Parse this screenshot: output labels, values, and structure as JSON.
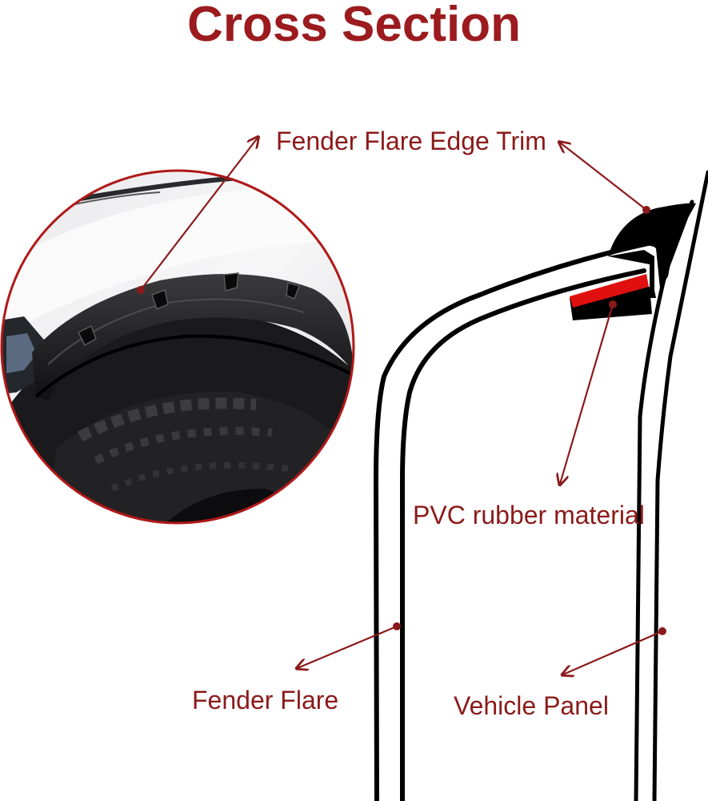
{
  "title": "Cross Section",
  "labels": {
    "edge_trim": "Fender Flare Edge Trim",
    "pvc": "PVC rubber material",
    "fender_flare": "Fender Flare",
    "vehicle_panel": "Vehicle Panel"
  },
  "colors": {
    "title": "#9b1b1e",
    "label": "#8b1a1a",
    "arrow": "#8b1a1a",
    "outline": "#000000",
    "adhesive": "#e01010",
    "photo_border": "#b01818"
  },
  "photo": {
    "subject": "black fender flare mounted over a truck tire on a white vehicle"
  }
}
